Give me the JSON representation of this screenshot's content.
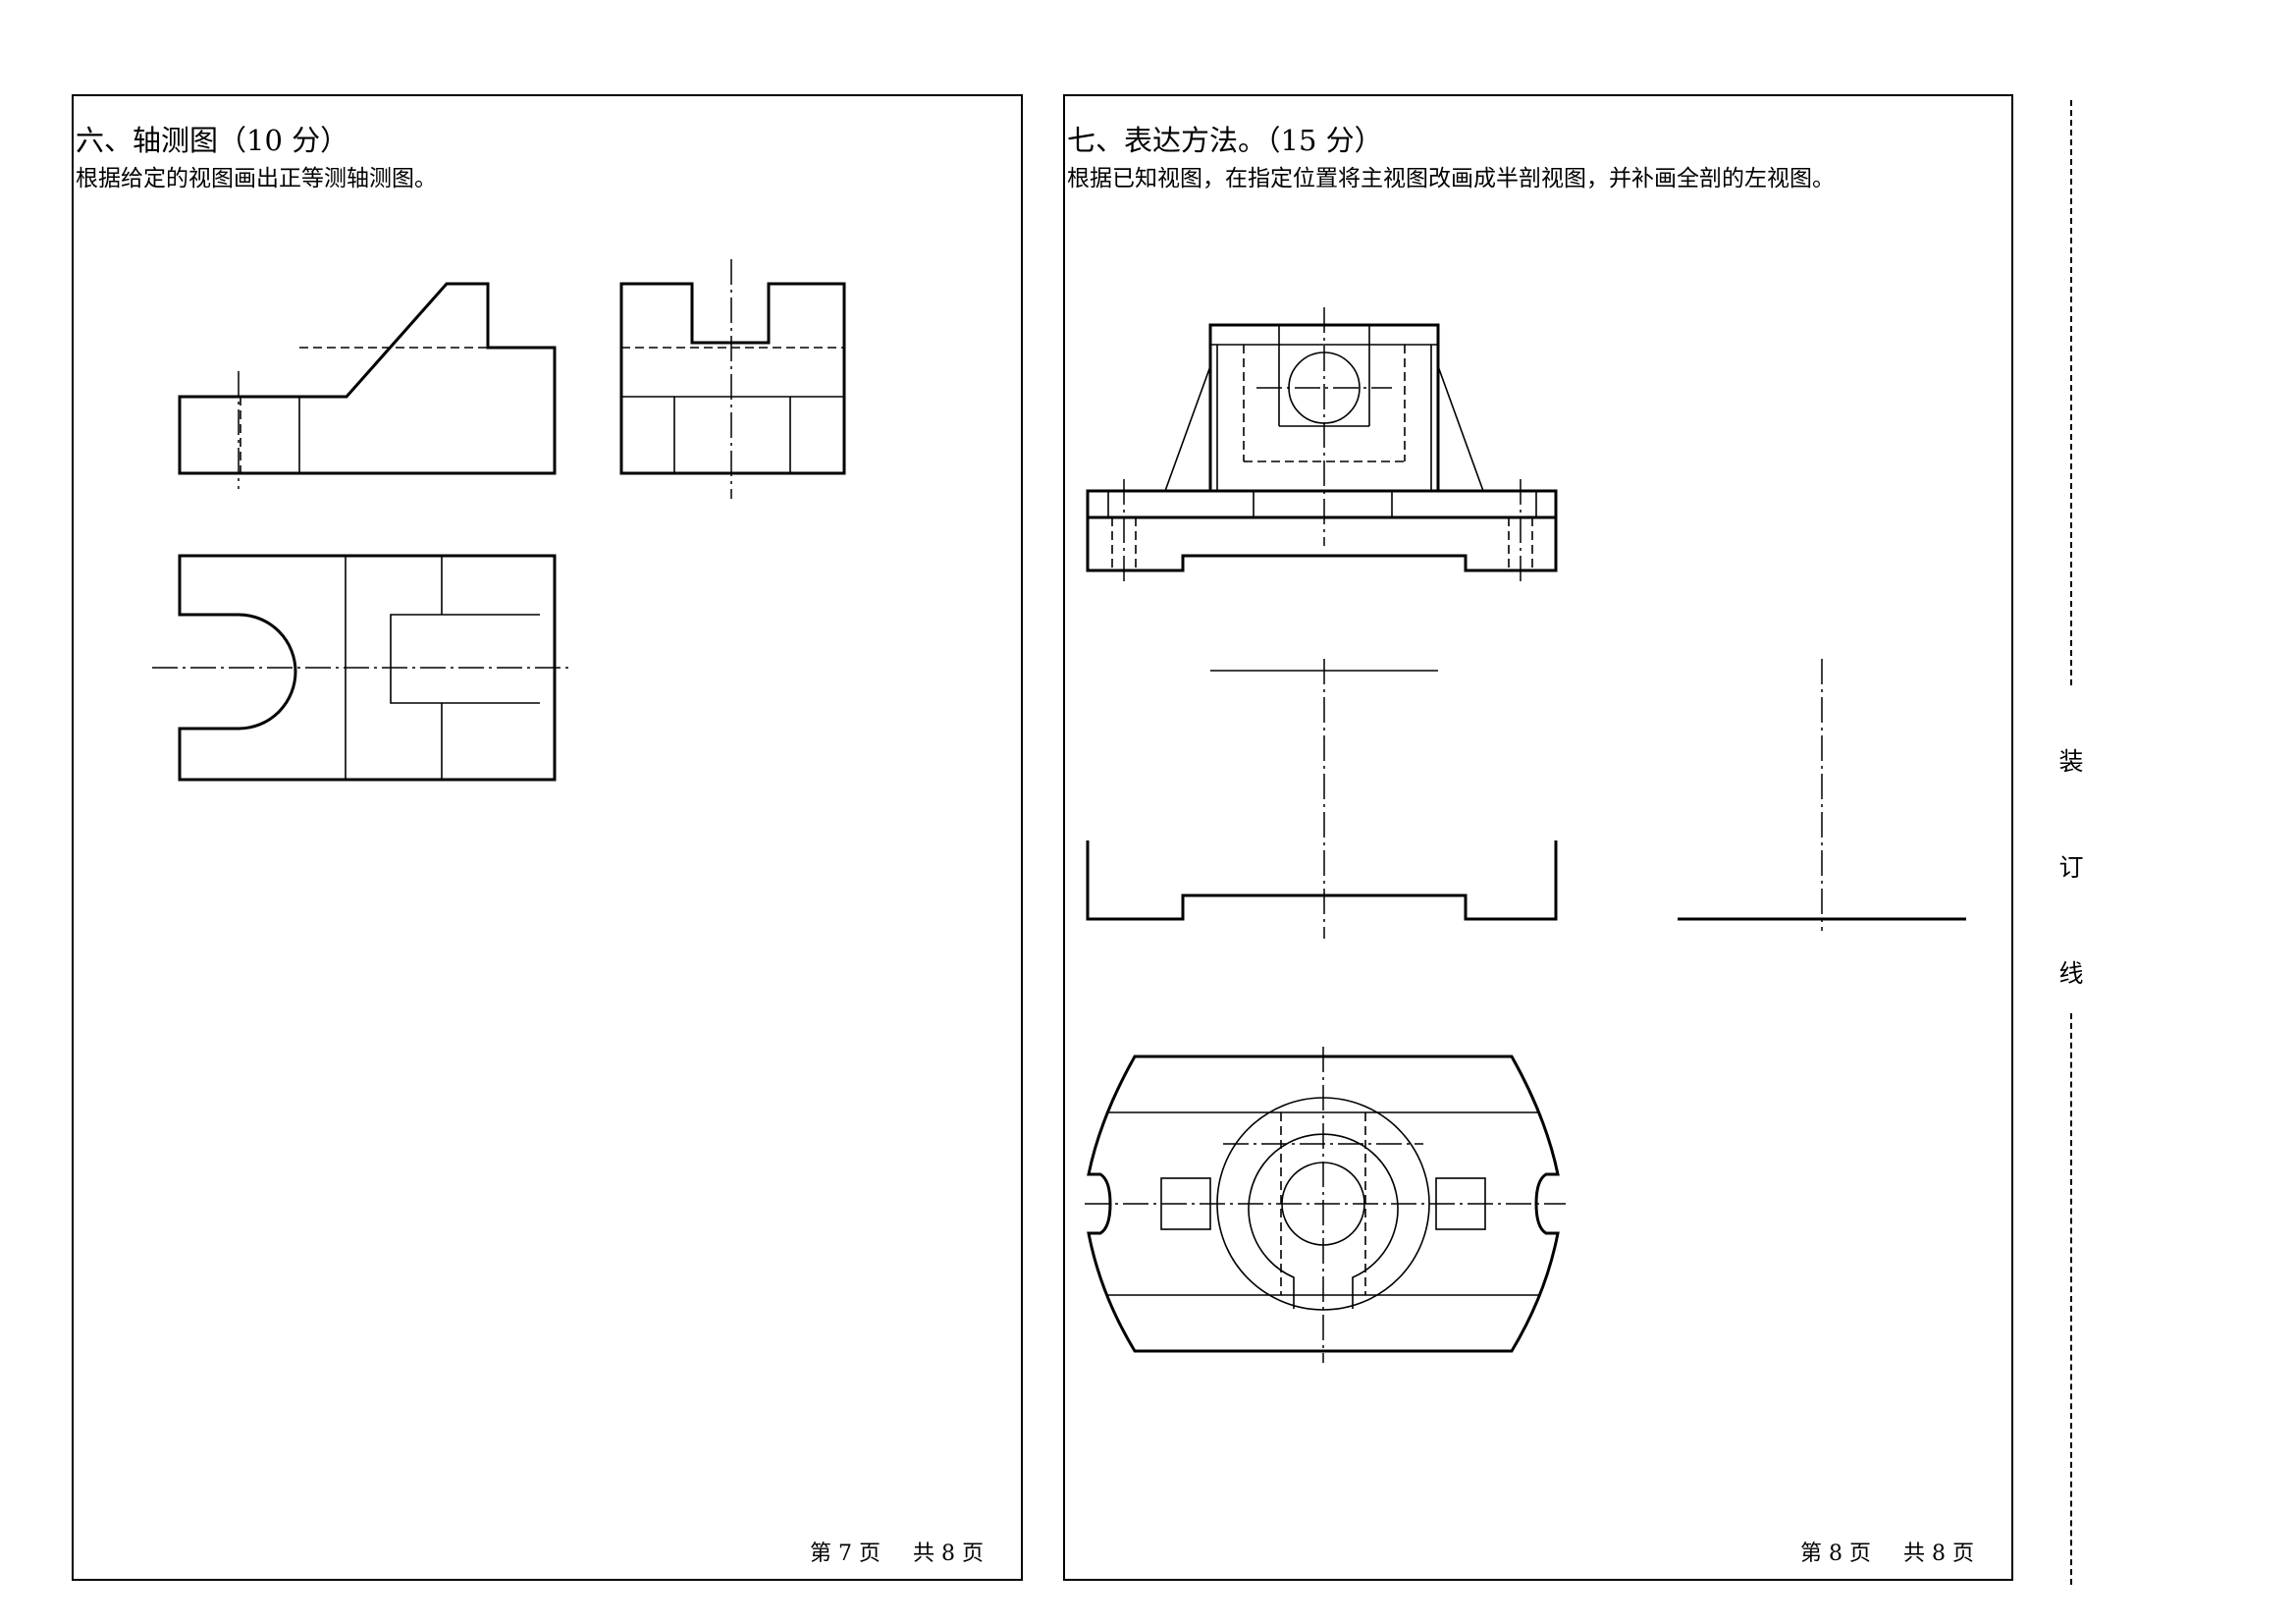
{
  "left_page": {
    "question_title": "六、轴测图（10 分）",
    "question_desc": "根据给定的视图画出正等测轴测图。",
    "footer": {
      "page_label": "第 7 页",
      "total_label": "共 8 页"
    }
  },
  "right_page": {
    "question_title": "七、表达方法。（15 分）",
    "question_desc": "根据已知视图，在指定位置将主视图改画成半剖视图，并补画全剖的左视图。",
    "footer": {
      "page_label": "第 8 页",
      "total_label": "共 8 页"
    }
  },
  "binding_line": {
    "chars": [
      "装",
      "订",
      "线"
    ]
  }
}
